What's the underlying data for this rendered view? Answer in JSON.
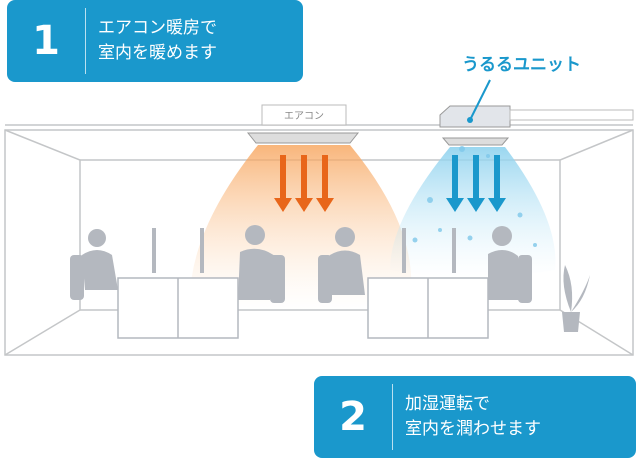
{
  "step1": {
    "number": "1",
    "line1": "エアコン暖房で",
    "line2": "室内を暖めます"
  },
  "step2": {
    "number": "2",
    "line1": "加湿運転で",
    "line2": "室内を潤わせます"
  },
  "unit_label": "うるるユニット",
  "ac_label": "エアコン",
  "colors": {
    "accent": "#1a98cc",
    "warm": "#e8661a",
    "cool": "#1a98cc",
    "figure": "#b4b8bf"
  }
}
